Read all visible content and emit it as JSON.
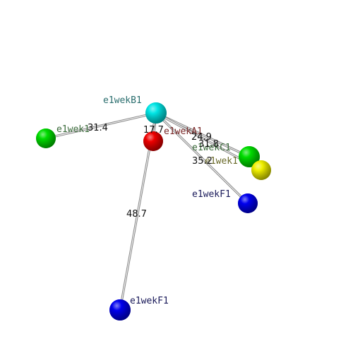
{
  "atoms": [
    {
      "id": "B1",
      "label": "e1wekB1",
      "color": "#00e5e5",
      "label_color": "#2a6e6e"
    },
    {
      "id": "A1",
      "label": "e1wekA1",
      "color": "#ee0000",
      "label_color": "#7a2a2a"
    },
    {
      "id": "L",
      "label": "e1wek1",
      "color": "#00dd00",
      "label_color": "#3a6a3a"
    },
    {
      "id": "C1",
      "label": "e1wekC1",
      "color": "#00dd00",
      "label_color": "#3a6a3a"
    },
    {
      "id": "Y",
      "label": "e1wek1",
      "color": "#f0f000",
      "label_color": "#6a6a2a"
    },
    {
      "id": "F1a",
      "label": "e1wekF1",
      "color": "#0000ee",
      "label_color": "#1a1a5a"
    },
    {
      "id": "F1b",
      "label": "e1wekF1",
      "color": "#0000ee",
      "label_color": "#1a1a5a"
    }
  ],
  "distances": [
    {
      "from": "B1",
      "to": "L",
      "value": "31.4"
    },
    {
      "from": "B1",
      "to": "A1",
      "value": "17.7"
    },
    {
      "from": "B1",
      "to": "C1",
      "value": "24.9"
    },
    {
      "from": "B1",
      "to": "Y",
      "value": "31.8"
    },
    {
      "from": "B1",
      "to": "F1a",
      "value": "35.2"
    },
    {
      "from": "B1",
      "to": "F1b",
      "value": "48.7"
    }
  ]
}
